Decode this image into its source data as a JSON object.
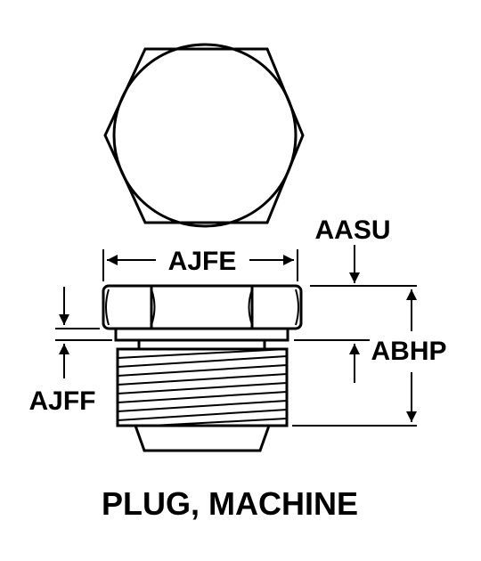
{
  "diagram": {
    "caption": "PLUG, MACHINE",
    "labels": {
      "aasu": "AASU",
      "ajfe": "AJFE",
      "abhp": "ABHP",
      "ajff": "AJFF"
    }
  }
}
